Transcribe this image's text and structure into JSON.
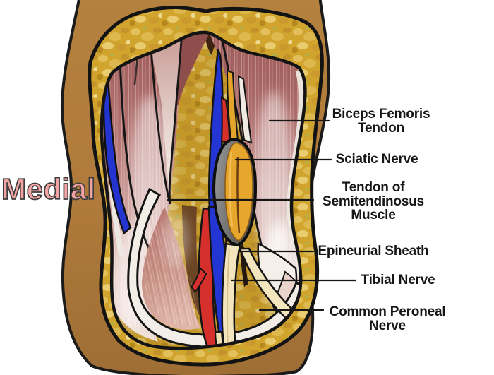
{
  "figure_type": "anatomical illustration — posterior knee (popliteal fossa) dissection",
  "orientation": {
    "label": "Medial"
  },
  "annotations": [
    {
      "id": "biceps-femoris-tendon",
      "lines": [
        "Biceps Femoris",
        "Tendon"
      ]
    },
    {
      "id": "sciatic-nerve",
      "lines": [
        "Sciatic Nerve"
      ]
    },
    {
      "id": "tendon-of-semitendinosus-muscle",
      "lines": [
        "Tendon of",
        "Semitendinosus",
        "Muscle"
      ]
    },
    {
      "id": "epineurial-sheath",
      "lines": [
        "Epineurial Sheath"
      ]
    },
    {
      "id": "tibial-nerve",
      "lines": [
        "Tibial Nerve"
      ]
    },
    {
      "id": "common-peroneal-nerve",
      "lines": [
        "Common Peroneal",
        "Nerve"
      ]
    }
  ],
  "colors": {
    "label_text": "#161616",
    "leader_line": "#161616",
    "leader_glow": "#F7C6C4",
    "orientation_text": "#F2A3A3",
    "skin": "#B07C3C",
    "subcutaneous_fat": "#D1A42E",
    "muscle": "#B27472",
    "vein_blue": "#2336D3",
    "artery_red": "#D5302C",
    "nerve_gold": "#E3A42C",
    "nerve_cream": "#F3E6BE",
    "sheath_gray": "#8C8C8C",
    "tendon_white": "#F2EDE5",
    "background": "#FFFFFF"
  }
}
